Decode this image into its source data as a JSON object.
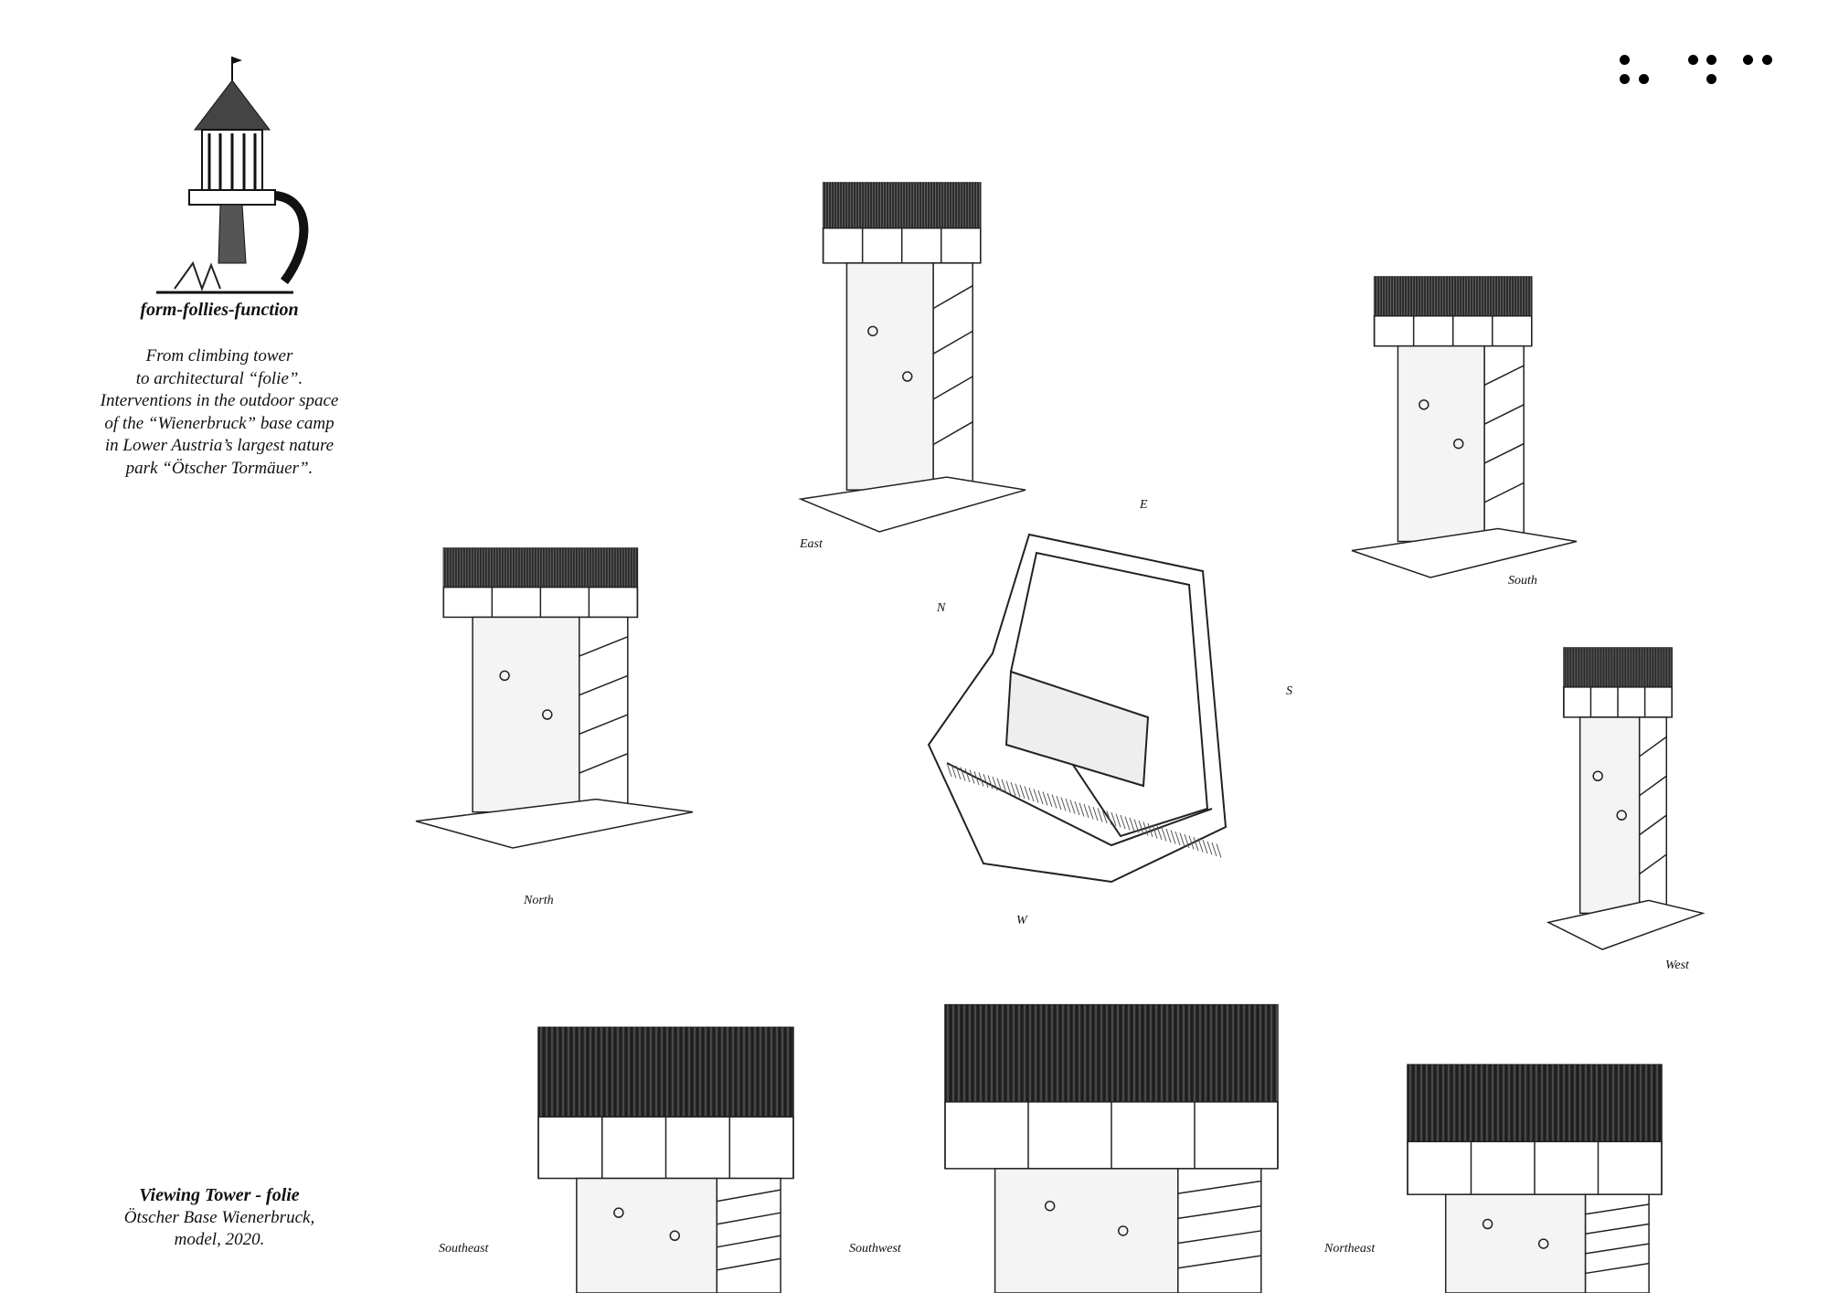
{
  "intro": {
    "title": "form-follies-function",
    "lines": [
      "From climbing tower",
      "to architectural “folie”.",
      "Interventions in the outdoor space",
      "of the “Wienerbruck” base camp",
      "in Lower Austria’s largest nature",
      "park “Ötscher Tormäuer”."
    ]
  },
  "caption": {
    "title": "Viewing Tower - folie",
    "lines": [
      "Ötscher Base Wienerbruck,",
      "model, 2020."
    ]
  },
  "compass": {
    "e": "E",
    "n": "N",
    "s": "S",
    "w": "W"
  },
  "views": {
    "east": "East",
    "south": "South",
    "north": "North",
    "west": "West",
    "southeast": "Southeast",
    "southwest": "Southwest",
    "northeast": "Northeast"
  },
  "logo": {
    "type": "braille-dots",
    "color": "#000000"
  }
}
